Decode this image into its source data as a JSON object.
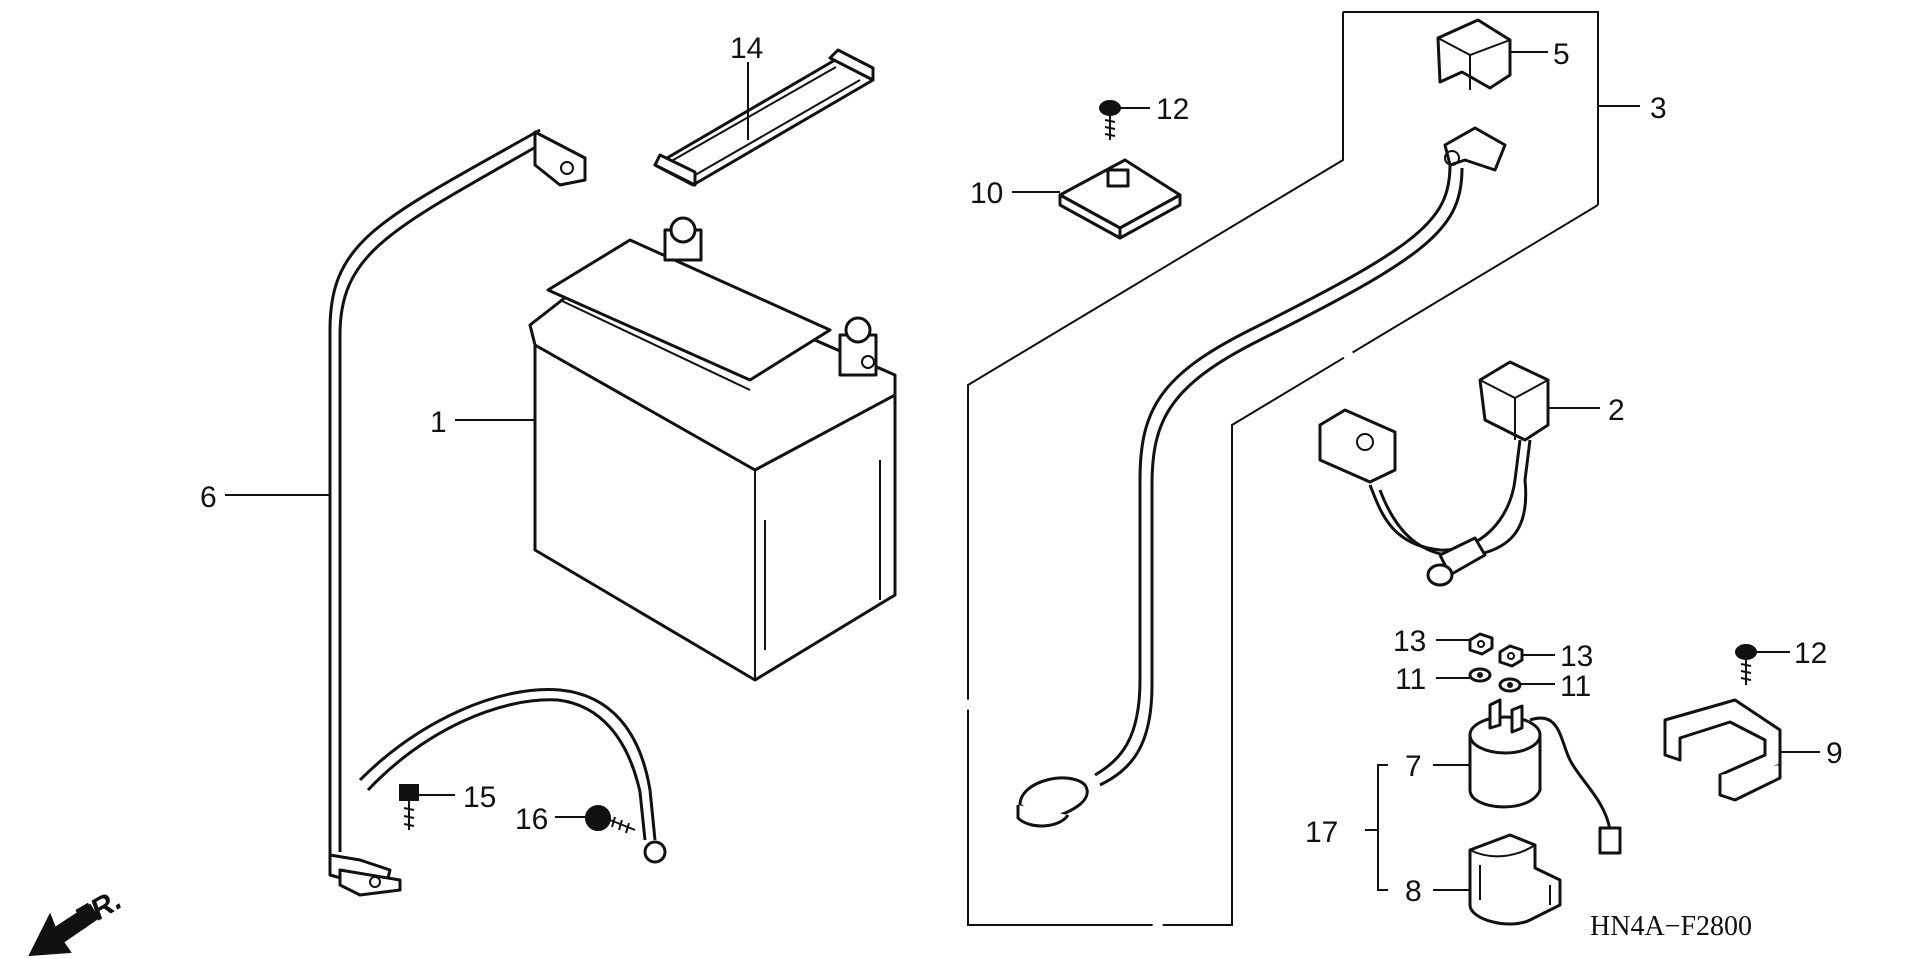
{
  "diagram": {
    "reference_code": "HN4A−F2800",
    "front_arrow_label": "FR.",
    "callouts": {
      "c1": "1",
      "c2": "2",
      "c3": "3",
      "c5": "5",
      "c6": "6",
      "c7": "7",
      "c8": "8",
      "c9": "9",
      "c10": "10",
      "c11a": "11",
      "c11b": "11",
      "c12a": "12",
      "c12b": "12",
      "c13a": "13",
      "c13b": "13",
      "c14": "14",
      "c15": "15",
      "c16": "16",
      "c17": "17"
    },
    "colors": {
      "ink": "#111111",
      "background": "#ffffff"
    }
  }
}
